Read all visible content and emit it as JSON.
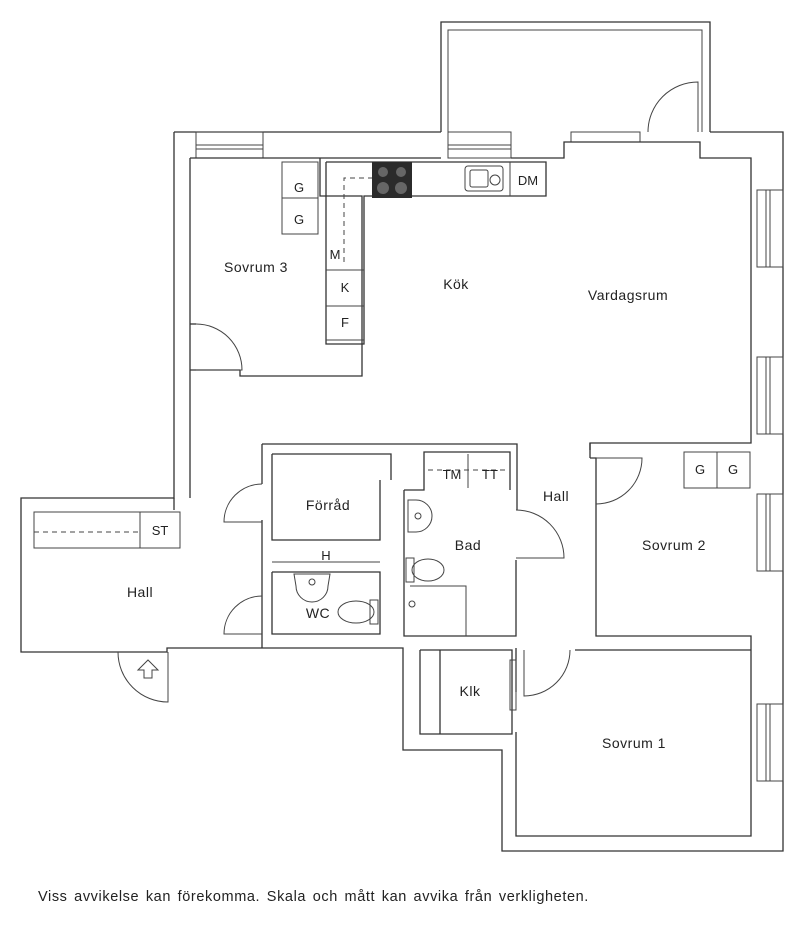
{
  "rooms": {
    "sovrum3": "Sovrum 3",
    "kok": "Kök",
    "vardagsrum": "Vardagsrum",
    "forrad": "Förråd",
    "hall_entry": "Hall",
    "hall_inner": "Hall",
    "bad": "Bad",
    "wc": "WC",
    "sovrum2": "Sovrum 2",
    "klk": "Klk",
    "sovrum1": "Sovrum 1"
  },
  "fixtures": {
    "g1": "G",
    "g2": "G",
    "m": "M",
    "k": "K",
    "f": "F",
    "dm": "DM",
    "st": "ST",
    "h": "H",
    "tm": "TM",
    "tt": "TT",
    "g3": "G",
    "g4": "G"
  },
  "disclaimer": "Viss avvikelse kan förekomma. Skala och mått kan avvika från verkligheten."
}
